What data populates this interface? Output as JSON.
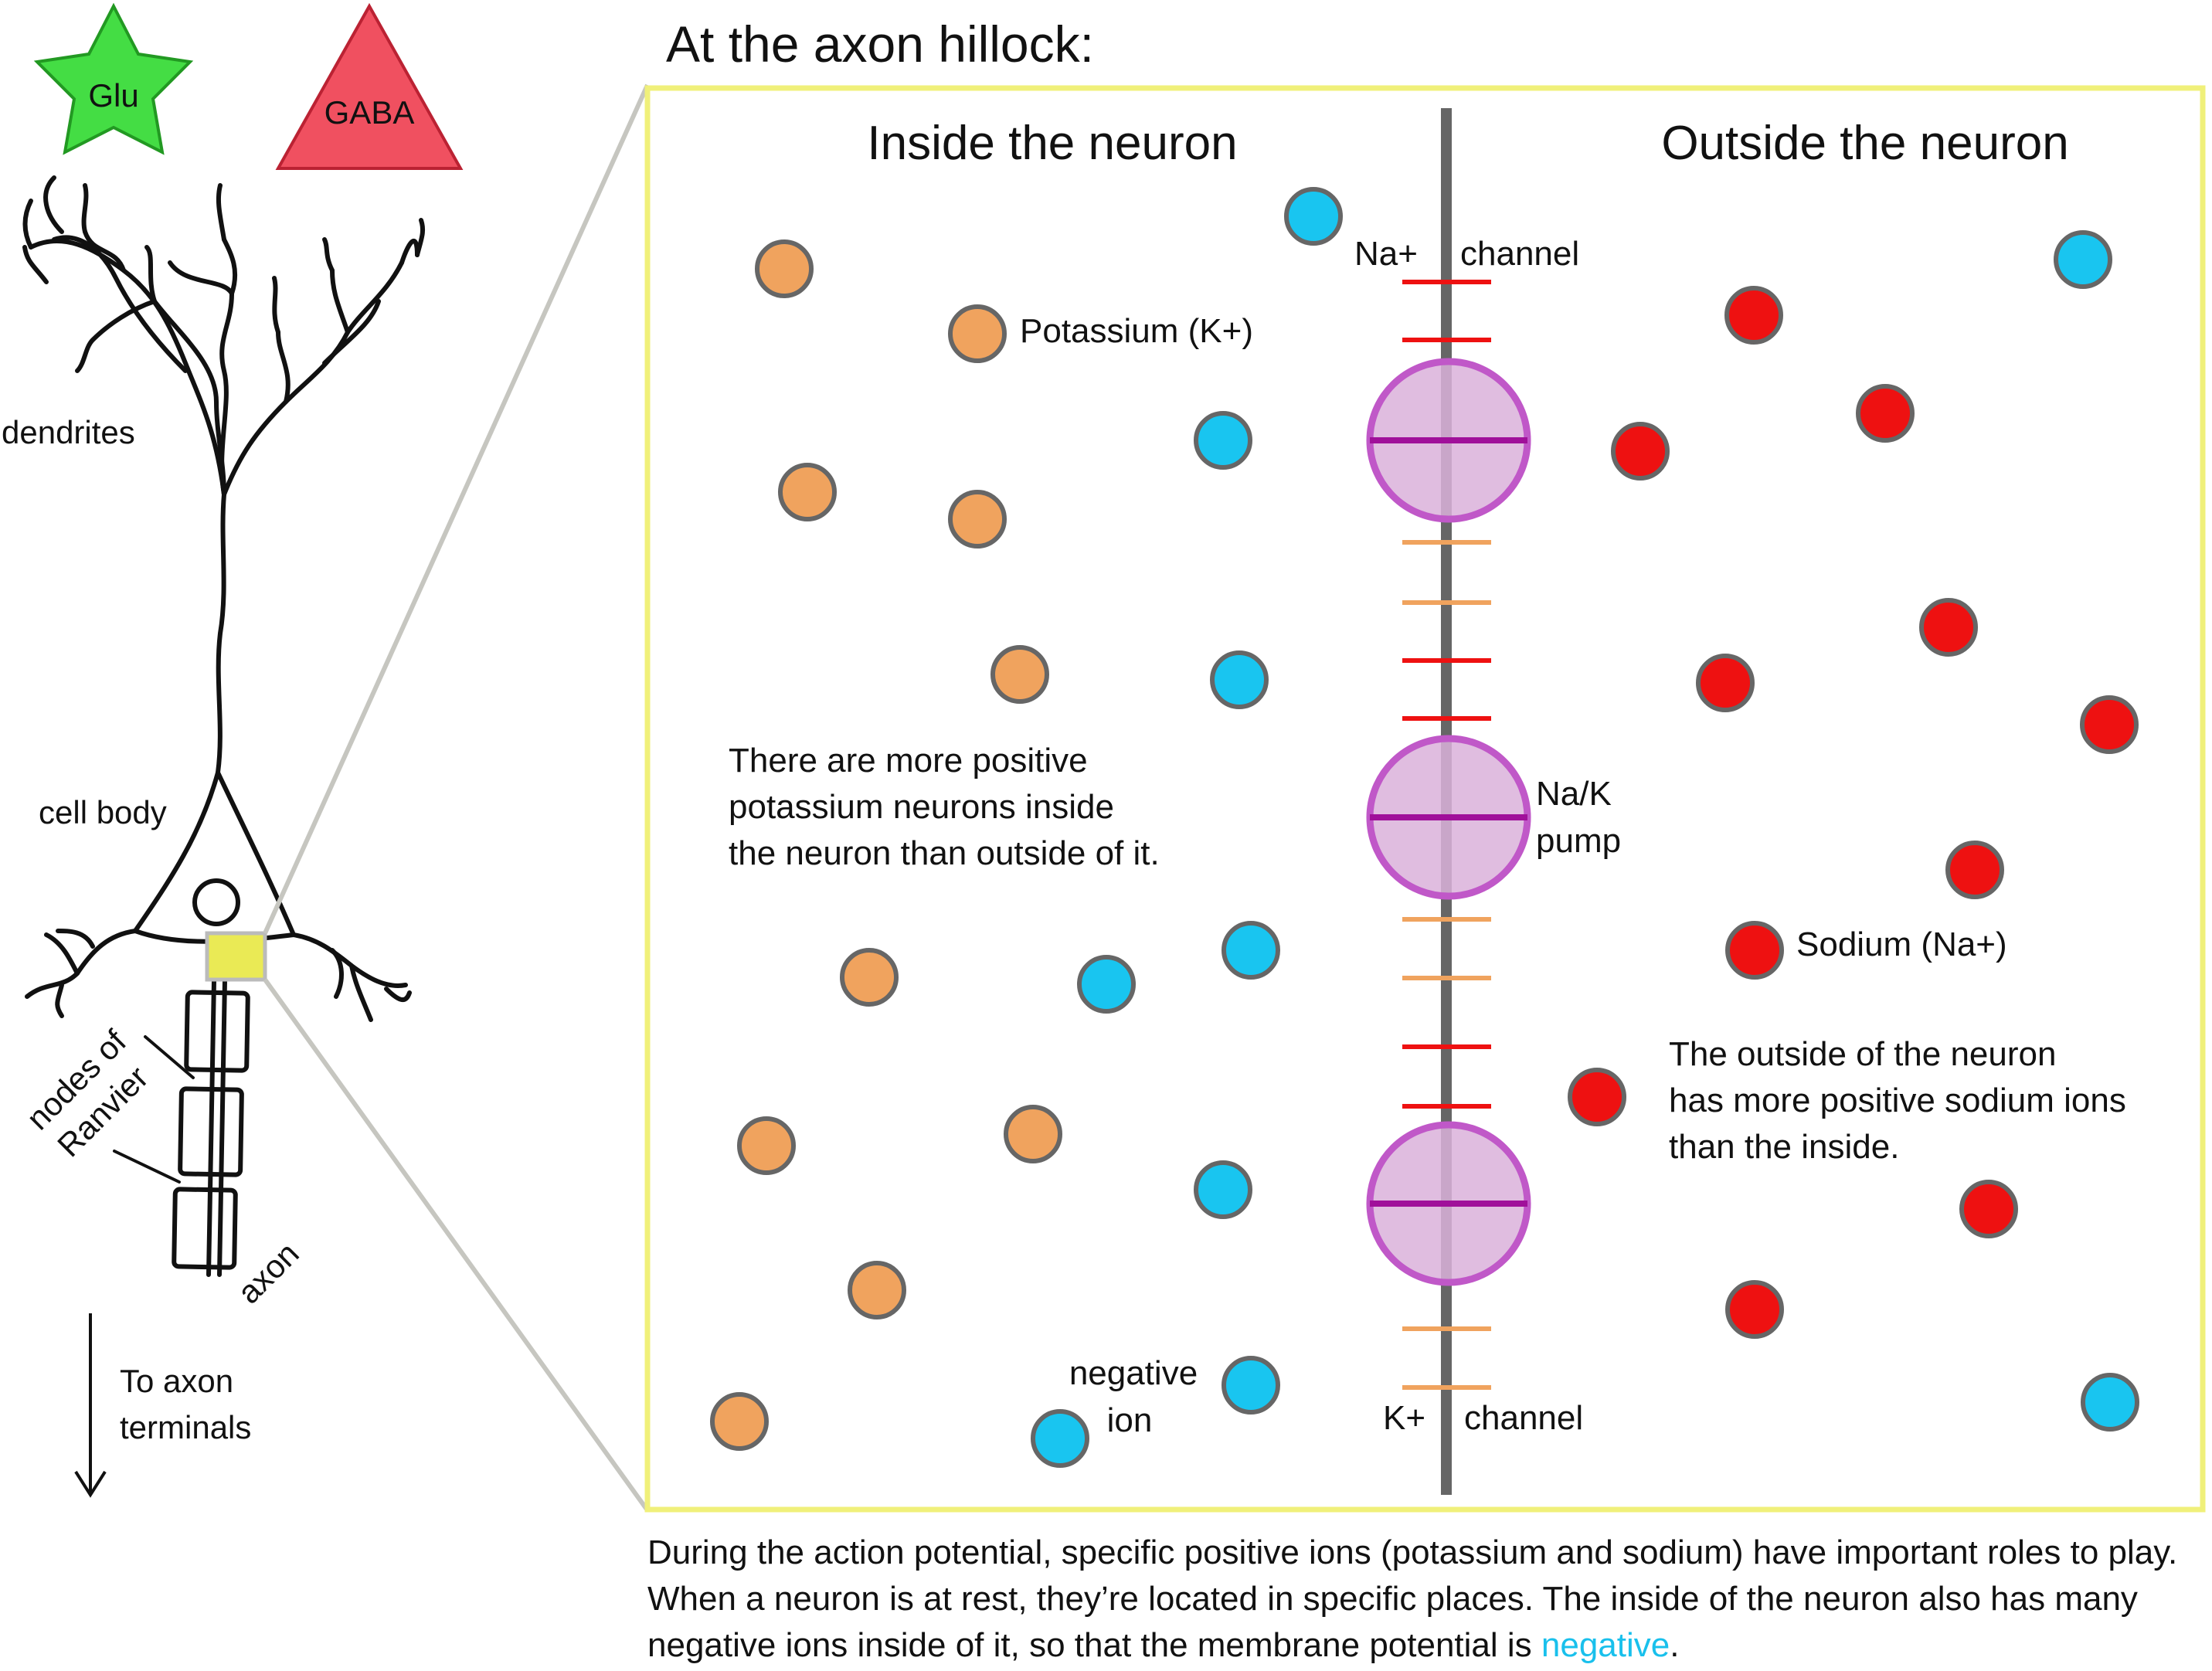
{
  "title": "At the axon hillock:",
  "legend": {
    "glu": "Glu",
    "gaba": "GABA"
  },
  "neuron_labels": {
    "dendrites": "dendrites",
    "cell_body": "cell body",
    "nodes_line1": "nodes of",
    "nodes_line2": "Ranvier",
    "axon": "axon",
    "terminals_line1": "To axon",
    "terminals_line2": "terminals"
  },
  "panel": {
    "inside_heading": "Inside the neuron",
    "outside_heading": "Outside the neuron",
    "na_channel_left": "Na+",
    "na_channel_right": "channel",
    "k_channel_left": "K+",
    "k_channel_right": "channel",
    "potassium_label": "Potassium (K+)",
    "sodium_label": "Sodium (Na+)",
    "pump_line1": "Na/K",
    "pump_line2": "pump",
    "negative_line1": "negative",
    "negative_line2": "ion",
    "inside_note": [
      "There are more positive",
      "potassium neurons inside",
      "the neuron than outside of it."
    ],
    "outside_note": [
      "The outside of the neuron",
      "has more positive sodium ions",
      "than the inside."
    ]
  },
  "caption": {
    "text": "During the action potential, specific positive ions (potassium and sodium) have important roles to play. When a neuron is at rest, they’re located in specific places. The inside of the neuron also has many negative ions inside of it, so that the membrane potential is ",
    "highlight": "negative",
    "end": "."
  },
  "colors": {
    "potassium": "#f0a35e",
    "sodium": "#ee1111",
    "negative_ion": "#19c5f0",
    "pump": "#dbb2db",
    "pump_stroke": "#c058c8",
    "panel_border": "#f0f07a",
    "membrane": "#666666",
    "glu": "#44dd44",
    "gaba": "#f05060"
  }
}
